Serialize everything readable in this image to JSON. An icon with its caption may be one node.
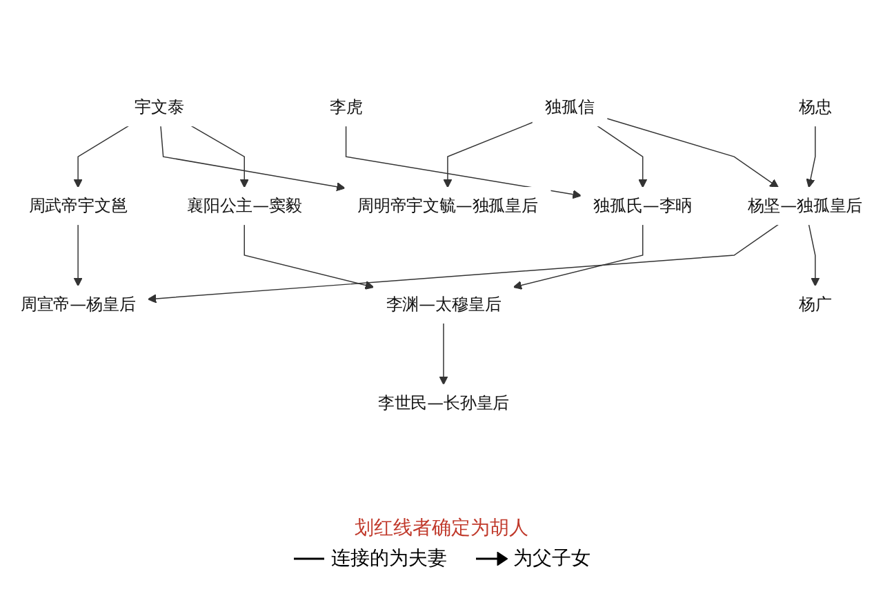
{
  "diagram": {
    "nodes": [
      {
        "text": [
          "宇文泰"
        ]
      },
      {
        "text": [
          "周武帝宇文邕"
        ]
      },
      {
        "text": [
          "周明帝宇文毓—独孤皇后"
        ]
      },
      {
        "text": [
          "襄阳公主—窦毅"
        ]
      },
      {
        "text": [
          "周宣帝—杨皇后"
        ]
      },
      {
        "text": [
          "李虎"
        ]
      },
      {
        "text": [
          "独孤信"
        ]
      },
      {
        "text": [
          "独孤氏—李昞"
        ]
      },
      {
        "text": [
          "杨忠"
        ]
      },
      {
        "text": [
          "杨坚—独孤皇后"
        ]
      },
      {
        "text": [
          "李渊—太穆皇后"
        ]
      },
      {
        "text": [
          "杨广"
        ]
      },
      {
        "text": [
          "李世民—长孙皇后"
        ]
      }
    ],
    "edges": [
      {
        "from": 0,
        "to": 1,
        "arrow": "to"
      },
      {
        "from": 0,
        "to": 2,
        "arrow": "to"
      },
      {
        "from": 0,
        "to": 3,
        "arrow": "to"
      },
      {
        "from": 1,
        "to": 4,
        "arrow": "to"
      },
      {
        "from": 6,
        "to": 2,
        "arrow": "to"
      },
      {
        "from": 5,
        "to": 7,
        "arrow": "to"
      },
      {
        "from": 6,
        "to": 7,
        "arrow": "to"
      },
      {
        "from": 6,
        "to": 9,
        "arrow": "to"
      },
      {
        "from": 9,
        "to": 4,
        "arrow": "to"
      },
      {
        "from": 8,
        "to": 9,
        "arrow": "to"
      },
      {
        "from": 7,
        "to": 10,
        "arrow": "to"
      },
      {
        "from": 3,
        "to": 10,
        "arrow": "to"
      },
      {
        "from": 9,
        "to": 11,
        "arrow": "to"
      },
      {
        "from": 10,
        "to": 12,
        "arrow": "to"
      }
    ],
    "labels": [
      "划红线者确定为胡人"
    ],
    "legend": [
      {
        "text": "连接的为夫妻"
      },
      {
        "text": "为父子女"
      }
    ]
  }
}
